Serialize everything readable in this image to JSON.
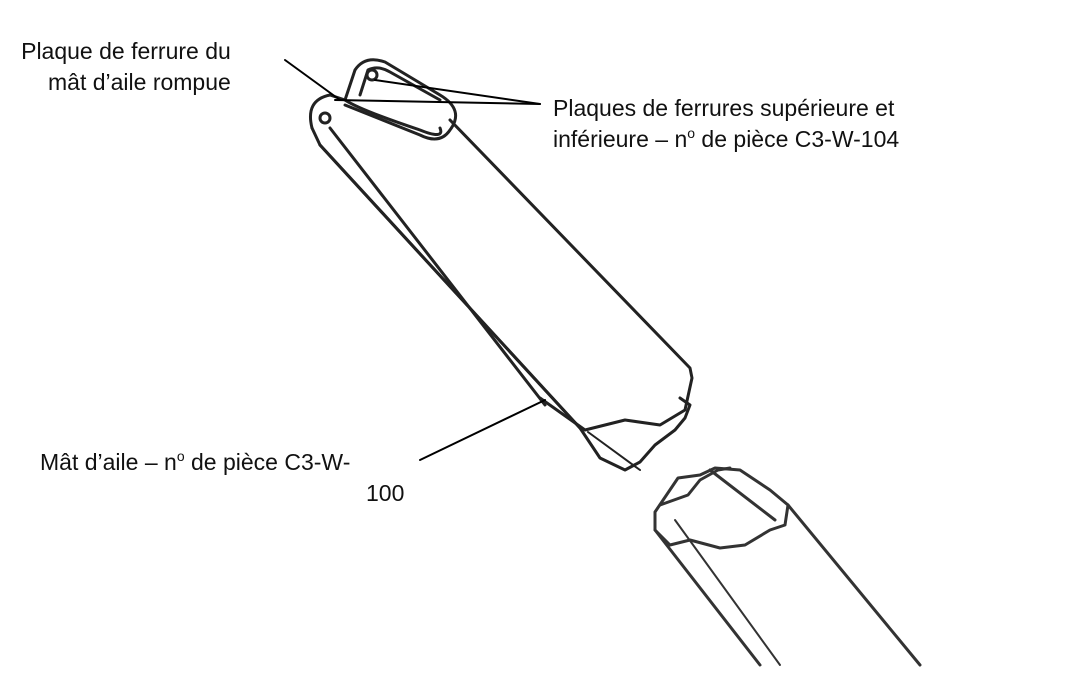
{
  "labels": {
    "broken_plate": {
      "line1": "Plaque de ferrure du",
      "line2": "mât d’aile rompue"
    },
    "plates": {
      "line1": "Plaques de ferrures supérieure et",
      "line2_a": "inférieure – n",
      "line2_sup": "o",
      "line2_b": " de pièce C3-W-104"
    },
    "strut": {
      "line1_a": "Mât d’aile – n",
      "line1_sup": "o",
      "line1_b": " de pièce C3-W-",
      "line2": "100"
    }
  }
}
